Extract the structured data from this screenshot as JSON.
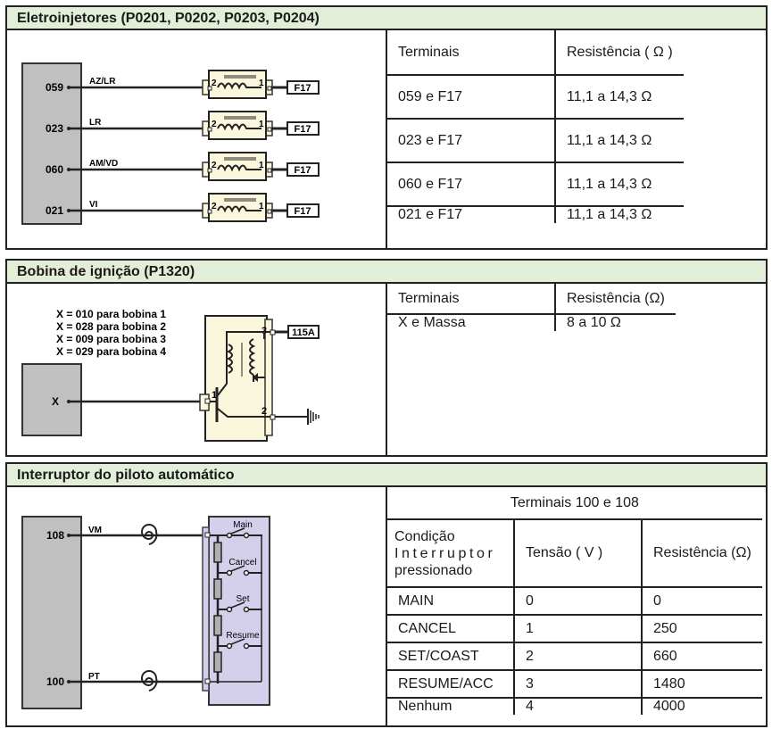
{
  "sections": [
    {
      "title": "Eletroinjetores (P0201, P0202, P0203, P0204)",
      "diagram": {
        "ecu_pins": [
          "059",
          "023",
          "060",
          "021"
        ],
        "wire_colors": [
          "AZ/LR",
          "LR",
          "AM/VD",
          "VI"
        ],
        "injector_pin_left": "2",
        "injector_pin_right": "1",
        "supply_label": "F17"
      },
      "table": {
        "headers": [
          "Terminais",
          "Resistência ( Ω )"
        ],
        "rows": [
          [
            "059 e F17",
            "11,1 a 14,3 Ω"
          ],
          [
            "023 e F17",
            "11,1 a 14,3 Ω"
          ],
          [
            "060 e F17",
            "11,1 a 14,3 Ω"
          ],
          [
            "021 e F17",
            "11,1 a 14,3 Ω"
          ]
        ]
      }
    },
    {
      "title": "Bobina de ignição (P1320)",
      "diagram": {
        "notes": [
          "X = 010 para bobina 1",
          "X = 028 para bobina 2",
          "X = 009 para bobina 3",
          "X = 029 para bobina 4"
        ],
        "ecu_pin": "X",
        "coil_pins": [
          "1",
          "2",
          "3"
        ],
        "supply_label": "115A"
      },
      "table": {
        "headers": [
          "Terminais",
          "Resistência (Ω)"
        ],
        "rows": [
          [
            "X e Massa",
            "8 a 10 Ω"
          ]
        ]
      }
    },
    {
      "title": "Interruptor do piloto automático",
      "diagram": {
        "ecu_pins": [
          "108",
          "100"
        ],
        "wire_colors": [
          "VM",
          "PT"
        ],
        "switches": [
          "Main",
          "Cancel",
          "Set",
          "Resume"
        ]
      },
      "table": {
        "caption": "Terminais 100 e 108",
        "headers": [
          "Condição",
          "Interruptor",
          "pressionado",
          "Tensão ( V )",
          "Resistência (Ω)"
        ],
        "rows": [
          [
            "MAIN",
            "0",
            "0"
          ],
          [
            "CANCEL",
            "1",
            "250"
          ],
          [
            "SET/COAST",
            "2",
            "660"
          ],
          [
            "RESUME/ACC",
            "3",
            "1480"
          ],
          [
            "Nenhum",
            "4",
            "4000"
          ]
        ]
      }
    }
  ],
  "colors": {
    "title_bg": "#e3eed8",
    "ecu_fill": "#c0c0c0",
    "component_fill": "#fbf7dc",
    "switch_fill": "#d4d0ec"
  }
}
